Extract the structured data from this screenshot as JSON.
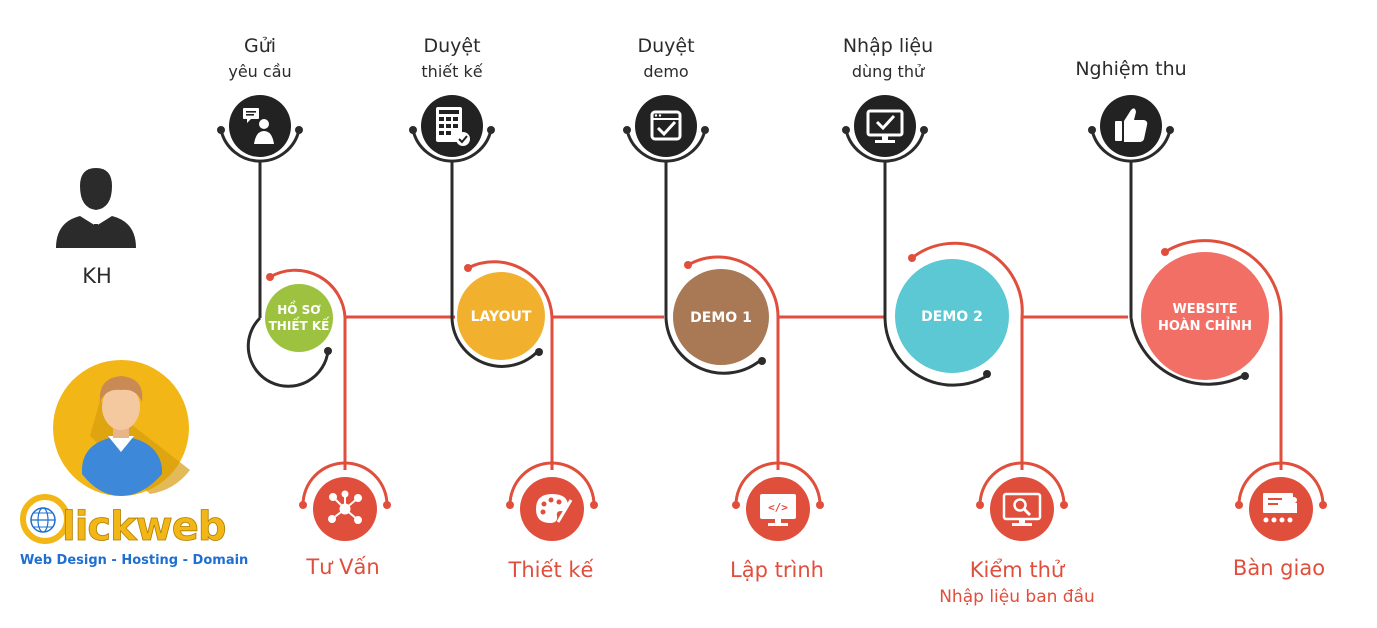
{
  "colors": {
    "line_red": "#e04e3c",
    "dark": "#2b2b2b",
    "icon_dark": "#222222",
    "stage_green": "#9cc23f",
    "stage_yellow": "#f1b12f",
    "stage_brown": "#a97854",
    "stage_cyan": "#5bc8d3",
    "stage_salmon": "#f16f65",
    "logo_yellow": "#f2b716",
    "logo_blue": "#1f6fd1"
  },
  "customer": {
    "label": "KH",
    "icon": "businessman-icon"
  },
  "customer_steps": [
    {
      "lines": [
        "Gửi",
        "yêu cầu"
      ],
      "icon": "request-chat-icon"
    },
    {
      "lines": [
        "Duyệt",
        "thiết kế"
      ],
      "icon": "design-approval-icon"
    },
    {
      "lines": [
        "Duyệt",
        "demo"
      ],
      "icon": "checkbox-icon"
    },
    {
      "lines": [
        "Nhập liệu",
        "dùng thử"
      ],
      "icon": "monitor-check-icon"
    },
    {
      "lines": [
        "Nghiệm thu"
      ],
      "icon": "thumbs-up-icon"
    }
  ],
  "stages": [
    {
      "lines": [
        "HỒ SƠ",
        "THIẾT KẾ"
      ],
      "color": "#9cc23f"
    },
    {
      "lines": [
        "LAYOUT"
      ],
      "color": "#f1b12f"
    },
    {
      "lines": [
        "DEMO 1"
      ],
      "color": "#a97854"
    },
    {
      "lines": [
        "DEMO 2"
      ],
      "color": "#5bc8d3"
    },
    {
      "lines": [
        "WEBSITE",
        "HOÀN CHỈNH"
      ],
      "color": "#f16f65"
    }
  ],
  "company_steps": [
    {
      "lines": [
        "Tư Vấn"
      ],
      "icon": "network-icon"
    },
    {
      "lines": [
        "Thiết kế"
      ],
      "icon": "palette-icon"
    },
    {
      "lines": [
        "Lập trình"
      ],
      "icon": "code-monitor-icon"
    },
    {
      "lines": [
        "Kiểm thử",
        "Nhập liệu ban đầu"
      ],
      "icon": "search-monitor-icon"
    },
    {
      "lines": [
        "Bàn giao"
      ],
      "icon": "presentation-icon"
    }
  ],
  "logo": {
    "brand": "Clickweb",
    "tagline": "Web Design - Hosting - Domain"
  },
  "staff": {
    "icon": "staff-avatar-icon"
  }
}
